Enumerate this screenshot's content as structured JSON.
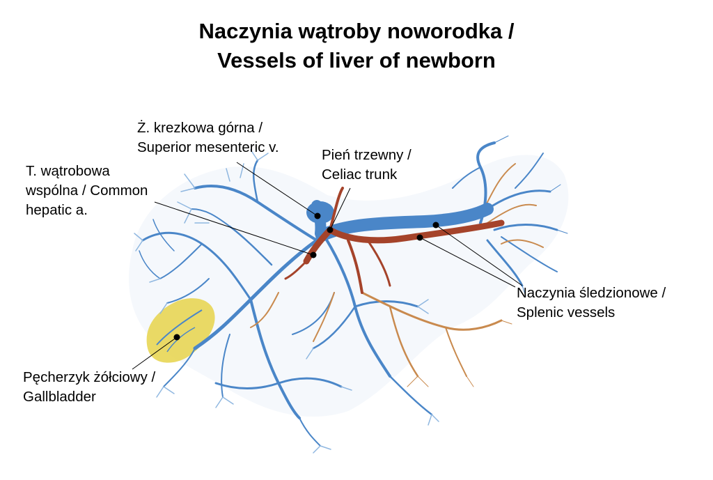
{
  "title": {
    "line1": "Naczynia wątroby noworodka /",
    "line2": "Vessels of liver of newborn"
  },
  "labels": {
    "superior_mesenteric": {
      "line1": "Ż. krezkowa górna /",
      "line2": "Superior mesenteric v."
    },
    "celiac_trunk": {
      "line1": "Pień trzewny /",
      "line2": "Celiac trunk"
    },
    "common_hepatic": {
      "line1": "T. wątrobowa",
      "line2": "wspólna / Common",
      "line3": "hepatic a."
    },
    "splenic_vessels": {
      "line1": "Naczynia śledzionowe /",
      "line2": "Splenic vessels"
    },
    "gallbladder": {
      "line1": "Pęcherzyk żółciowy /",
      "line2": "Gallbladder"
    }
  },
  "colors": {
    "vein": "#4a86c8",
    "vein_light": "#8fb7e0",
    "artery": "#a5432a",
    "artery_light": "#c98a4e",
    "gallbladder": "#e6d34a",
    "leader": "#000000"
  }
}
